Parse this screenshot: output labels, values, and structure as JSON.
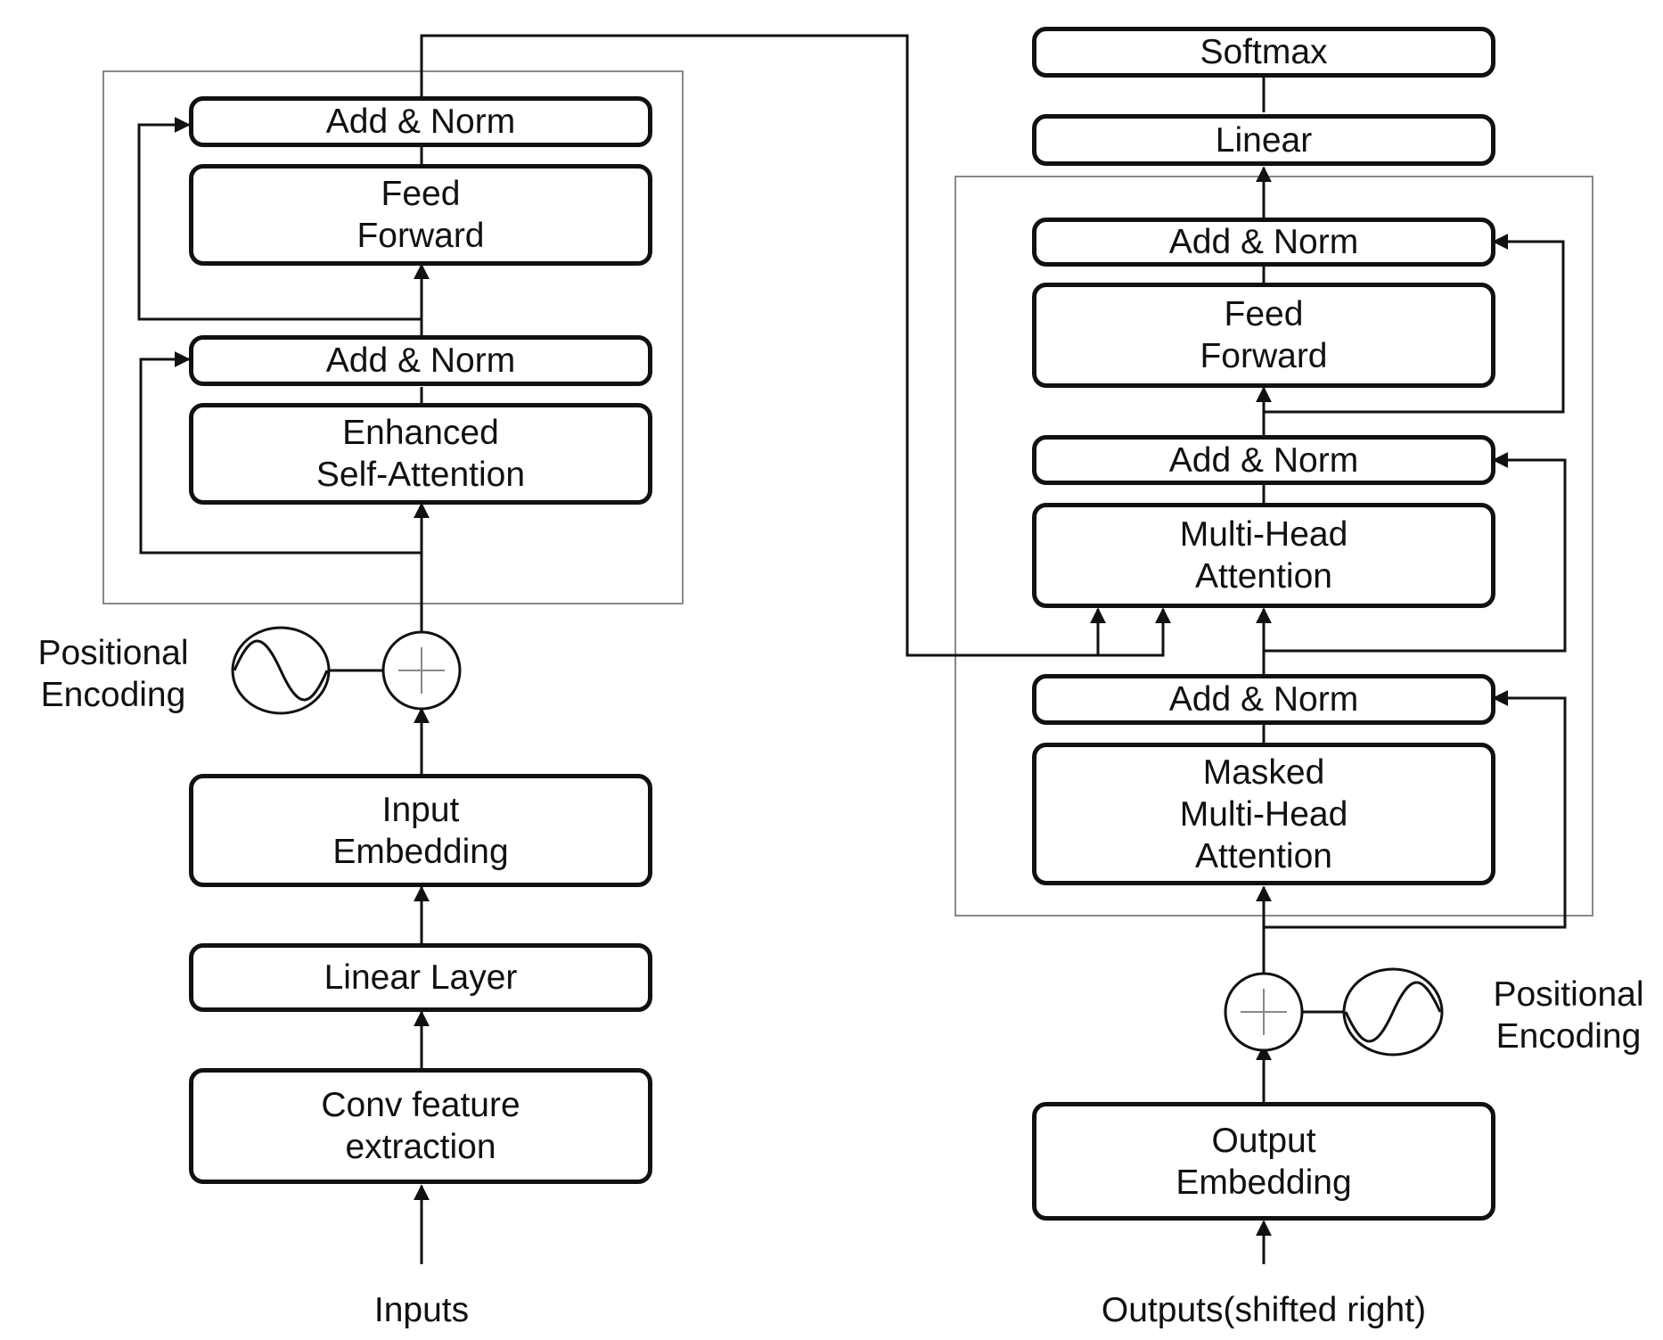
{
  "encoder": {
    "add_norm_top": "Add & Norm",
    "feed_forward": "Feed\nForward",
    "add_norm_bottom": "Add & Norm",
    "self_attention": "Enhanced\nSelf-Attention",
    "positional_encoding": "Positional\nEncoding",
    "input_embedding": "Input\nEmbedding",
    "linear_layer": "Linear Layer",
    "conv": "Conv feature\nextraction",
    "inputs": "Inputs"
  },
  "decoder": {
    "softmax": "Softmax",
    "linear": "Linear",
    "add_norm_3": "Add & Norm",
    "feed_forward": "Feed\nForward",
    "add_norm_2": "Add & Norm",
    "multi_head": "Multi-Head\nAttention",
    "add_norm_1": "Add & Norm",
    "masked_multi_head": "Masked\nMulti-Head\nAttention",
    "positional_encoding": "Positional\nEncoding",
    "output_embedding": "Output\nEmbedding",
    "outputs": "Outputs(shifted right)"
  }
}
